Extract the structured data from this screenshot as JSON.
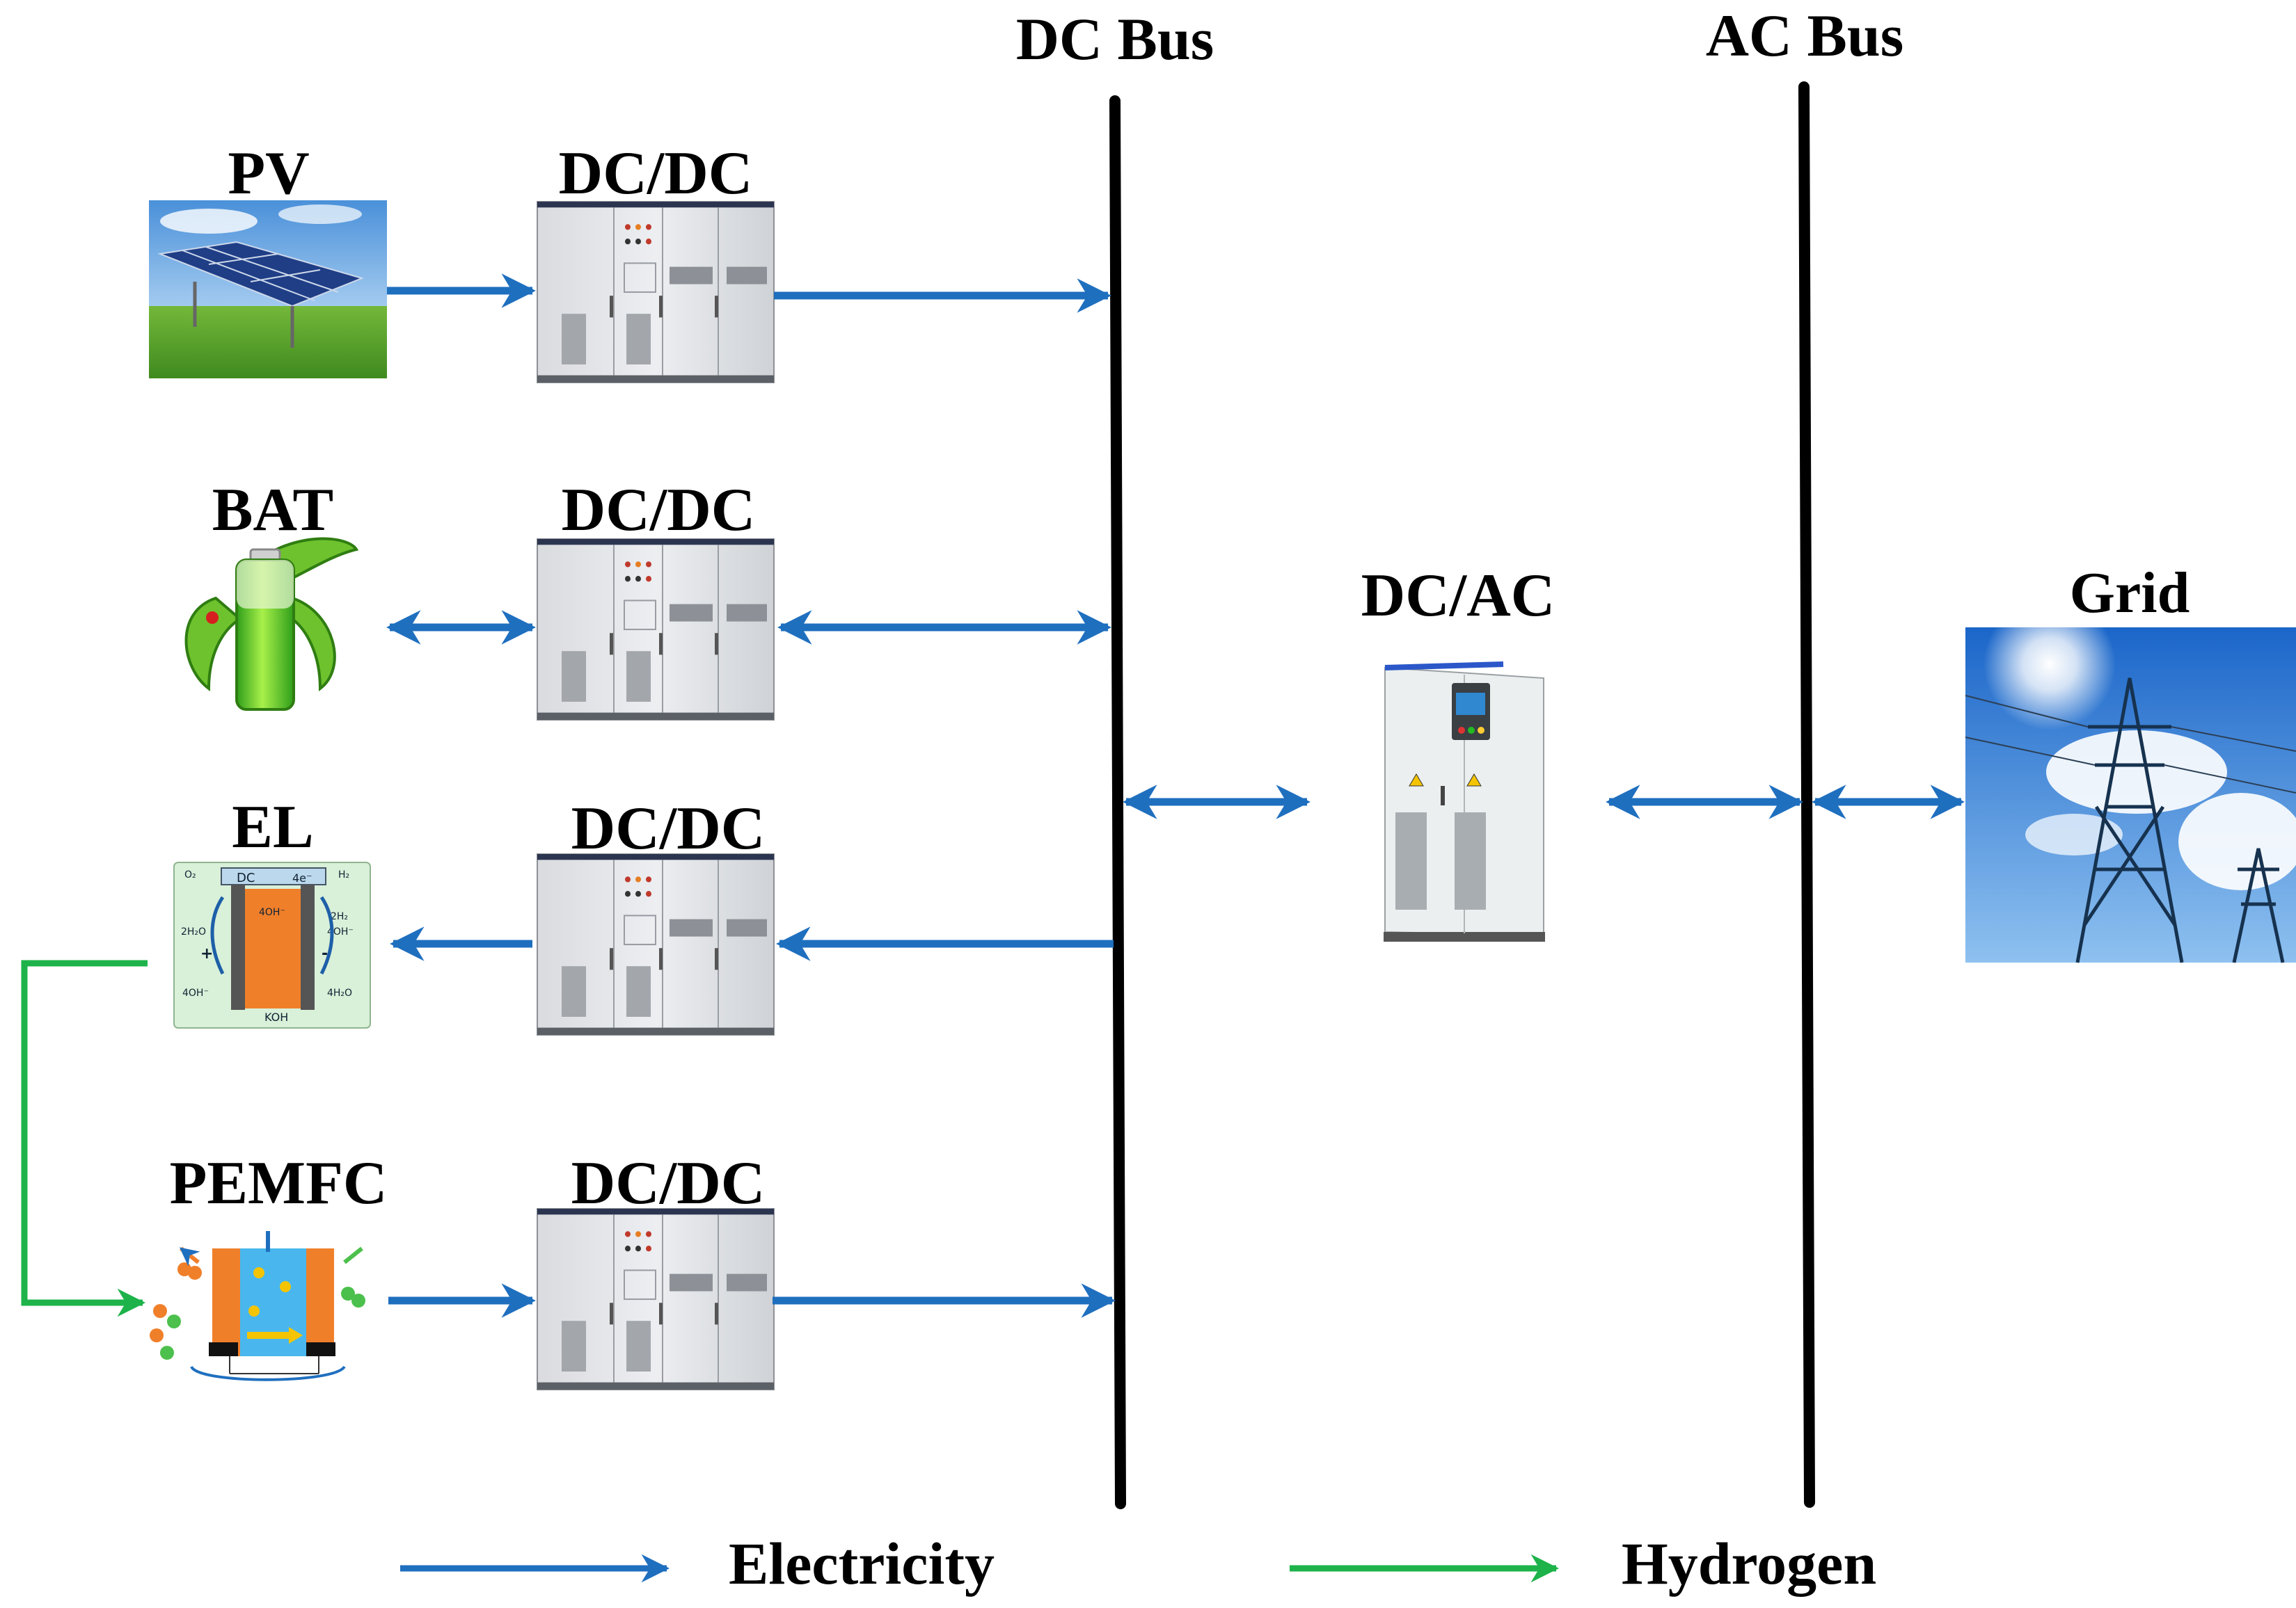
{
  "bus_labels": {
    "dc": "DC Bus",
    "ac": "AC Bus"
  },
  "sources": [
    {
      "label": "PV",
      "converter": "DC/DC",
      "flow": "to-bus"
    },
    {
      "label": "BAT",
      "converter": "DC/DC",
      "flow": "bidirectional"
    },
    {
      "label": "EL",
      "converter": "DC/DC",
      "flow": "from-bus"
    },
    {
      "label": "PEMFC",
      "converter": "DC/DC",
      "flow": "to-bus"
    }
  ],
  "inverter": {
    "label": "DC/AC"
  },
  "grid": {
    "label": "Grid"
  },
  "el_diagram_text": {
    "dc": "DC",
    "electrons": "4e⁻",
    "o2": "O₂",
    "h2": "H₂",
    "left_top": "2H₂O",
    "left_bottom": "4OH⁻",
    "right_top": "2H₂",
    "right_mid": "4OH⁻",
    "right_bottom": "4H₂O",
    "center": "4OH⁻",
    "electrolyte": "KOH",
    "plus": "+",
    "minus": "-"
  },
  "legend": {
    "electricity": "Electricity",
    "hydrogen": "Hydrogen"
  },
  "colors": {
    "electricity": "#1f6fbf",
    "hydrogen": "#1db34a",
    "bus": "#000000"
  },
  "icons": {
    "pv": "solar-panel-icon",
    "bat": "green-battery-icon",
    "el": "electrolyzer-icon",
    "pemfc": "fuel-cell-icon",
    "converter": "converter-cabinet-icon",
    "inverter": "inverter-cabinet-icon",
    "grid": "transmission-tower-icon"
  }
}
